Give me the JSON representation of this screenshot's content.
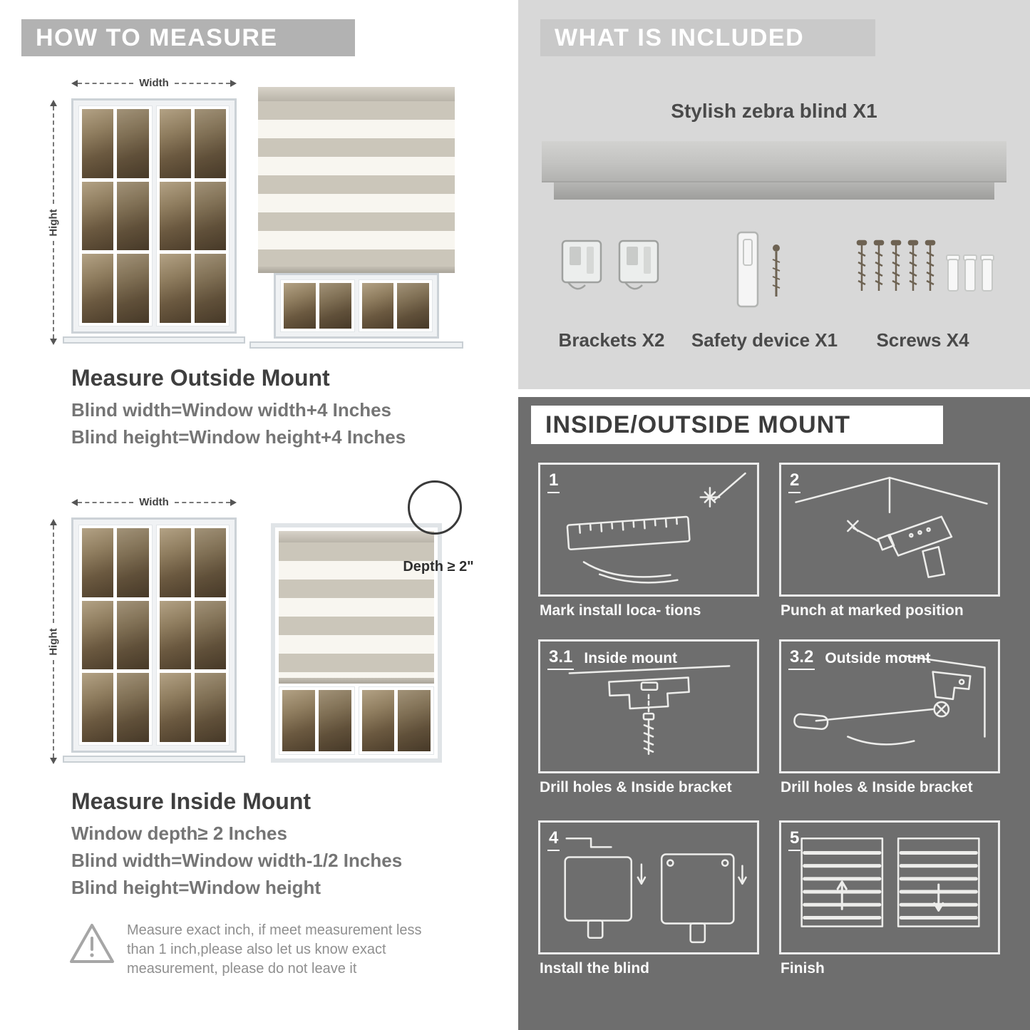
{
  "left": {
    "header": "HOW TO MEASURE",
    "width_label": "Width",
    "height_label": "Hight",
    "outside": {
      "title": "Measure Outside Mount",
      "line1": "Blind width=Window width+4 Inches",
      "line2": "Blind height=Window height+4 Inches"
    },
    "inside": {
      "title": "Measure Inside Mount",
      "depth_note": "Depth ≥ 2\"",
      "line1": "Window depth≥ 2 Inches",
      "line2": "Blind width=Window width-1/2 Inches",
      "line3": "Blind height=Window height"
    },
    "warning": {
      "line1": "Measure exact inch, if meet measurement less",
      "line2": "than 1 inch,please also let us know exact",
      "line3": "measurement, please do not leave it"
    }
  },
  "included": {
    "header": "WHAT IS INCLUDED",
    "product": "Stylish zebra blind X1",
    "items": [
      {
        "label": "Brackets X2"
      },
      {
        "label": "Safety device X1"
      },
      {
        "label": "Screws X4"
      }
    ]
  },
  "mount": {
    "header": "INSIDE/OUTSIDE MOUNT",
    "steps": [
      {
        "num": "1",
        "label": "",
        "caption": "Mark install loca- tions"
      },
      {
        "num": "2",
        "label": "",
        "caption": "Punch at  marked position"
      },
      {
        "num": "3.1",
        "label": "Inside mount",
        "caption": "Drill holes &  Inside bracket"
      },
      {
        "num": "3.2",
        "label": "Outside mount",
        "caption": "Drill holes &  Inside bracket"
      },
      {
        "num": "4",
        "label": "",
        "caption": "Install the blind"
      },
      {
        "num": "5",
        "label": "",
        "caption": "Finish"
      }
    ]
  },
  "colors": {
    "banner_gray": "#b2b2b2",
    "panel_light": "#d8d8d8",
    "panel_dark": "#6e6e6e"
  }
}
